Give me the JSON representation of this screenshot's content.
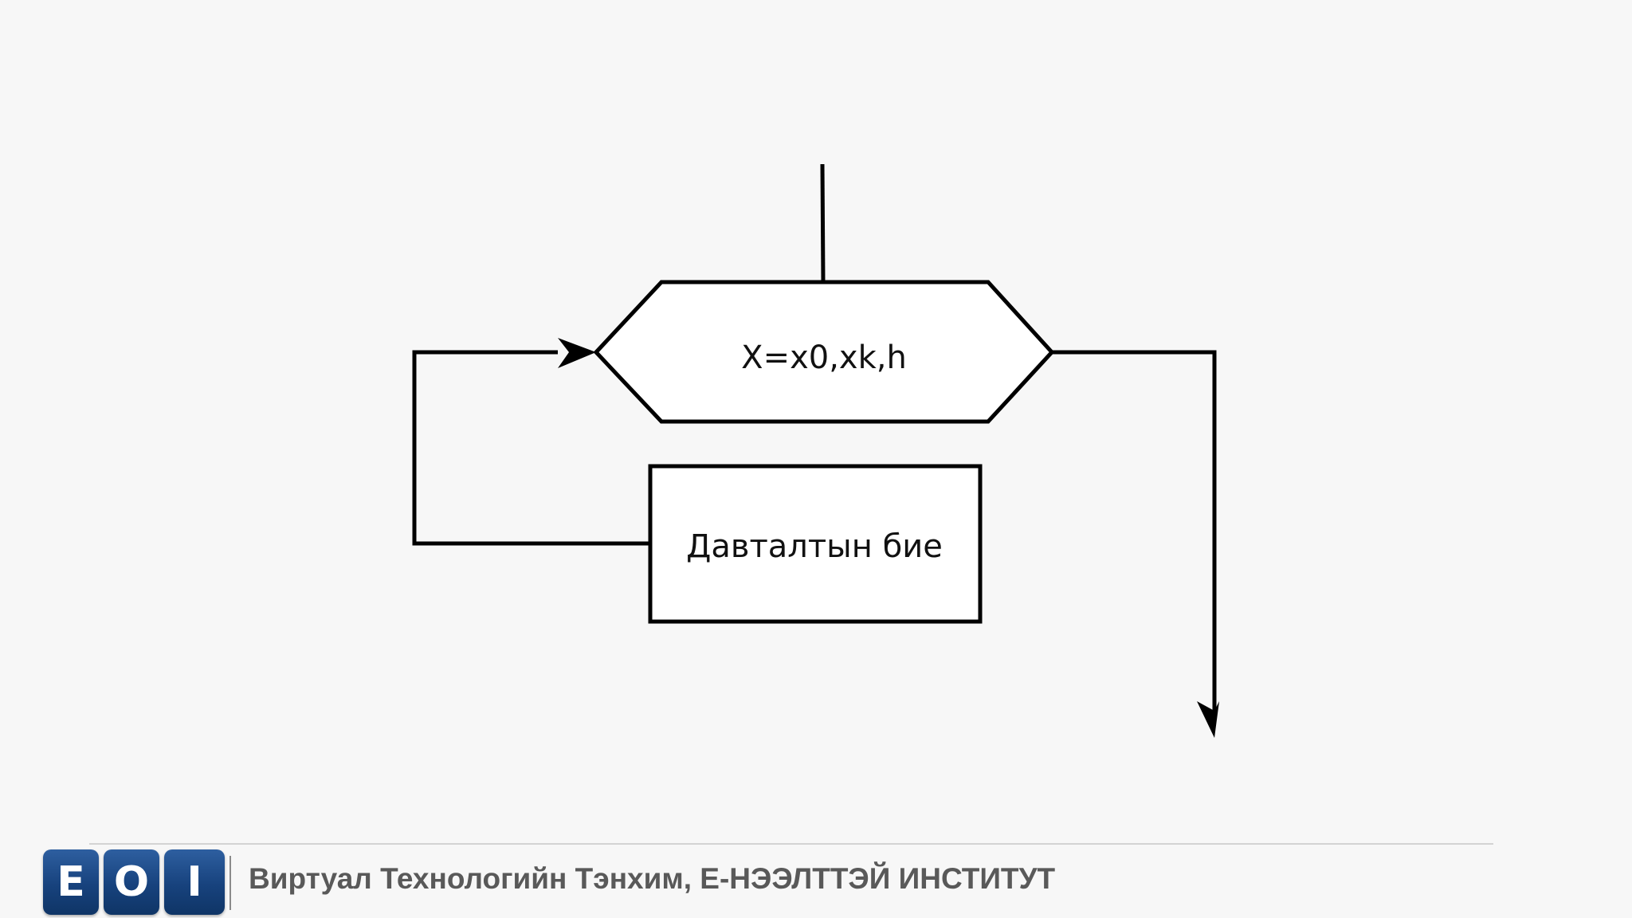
{
  "diagram": {
    "loop_header_text": "X=x0,xk,h",
    "loop_body_text": "Давталтын бие"
  },
  "footer": {
    "logo_letters": [
      "E",
      "O",
      "I"
    ],
    "institution_text": "Виртуал Технологийн Тэнхим, Е-НЭЭЛТТЭЙ ИНСТИТУТ"
  },
  "colors": {
    "background": "#f7f7f7",
    "stroke": "#000000",
    "logo_blue": "#17427d",
    "footer_text": "#595959"
  }
}
